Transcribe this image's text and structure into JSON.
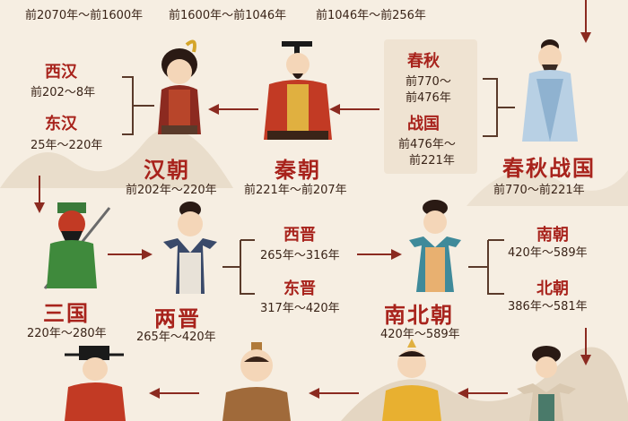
{
  "top": {
    "xia_range": "前2070年～前1600年",
    "shang_range": "前1600年～前1046年",
    "zhou_range": "前1046年～前256年"
  },
  "han": {
    "west_name": "西汉",
    "west_range": "前202～8年",
    "east_name": "东汉",
    "east_range": "25年～220年",
    "name": "汉朝",
    "range": "前202年～220年"
  },
  "qin": {
    "name": "秦朝",
    "range": "前221年～前207年"
  },
  "chunqiu": {
    "spring_name": "春秋",
    "spring_range_1": "前770～",
    "spring_range_2": "前476年",
    "warring_name": "战国",
    "warring_range_1": "前476年～",
    "warring_range_2": "前221年",
    "name": "春秋战国",
    "range": "前770～前221年"
  },
  "sanguo": {
    "name": "三国",
    "range": "220年～280年"
  },
  "jin": {
    "west_name": "西晋",
    "west_range": "265年～316年",
    "east_name": "东晋",
    "east_range": "317年～420年",
    "name": "两晋",
    "range": "265年～420年"
  },
  "nanbei": {
    "name": "南北朝",
    "range": "420年～589年",
    "south_name": "南朝",
    "south_range": "420年～589年",
    "north_name": "北朝",
    "north_range": "386年～581年"
  },
  "colors": {
    "accent": "#a8231c",
    "arrow": "#8b2a20",
    "bracket": "#5a3a2a"
  }
}
